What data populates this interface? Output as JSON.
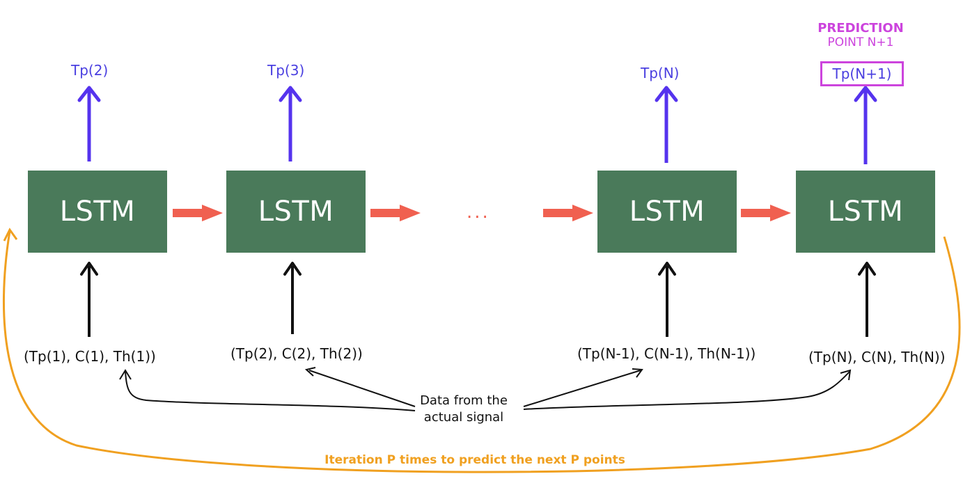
{
  "lstm_label": "LSTM",
  "outputs": [
    "Tp(2)",
    "Tp(3)",
    "Tp(N)"
  ],
  "prediction": {
    "title": "PREDICTION",
    "subtitle": "POINT N+1",
    "value": "Tp(N+1)"
  },
  "inputs": [
    "(Tp(1), C(1), Th(1))",
    "(Tp(2), C(2), Th(2))",
    "(Tp(N-1), C(N-1), Th(N-1))",
    "(Tp(N), C(N), Th(N))"
  ],
  "ellipsis": "...",
  "data_note": {
    "line1": "Data from the",
    "line2": "actual signal"
  },
  "iteration_label": "Iteration P times to predict the next P points",
  "colors": {
    "lstm_fill": "#4a7a5a",
    "output_arrow": "#5533ee",
    "flow_arrow": "#f06050",
    "loop_arrow": "#f0a020",
    "prediction_highlight": "#cc44dd"
  }
}
